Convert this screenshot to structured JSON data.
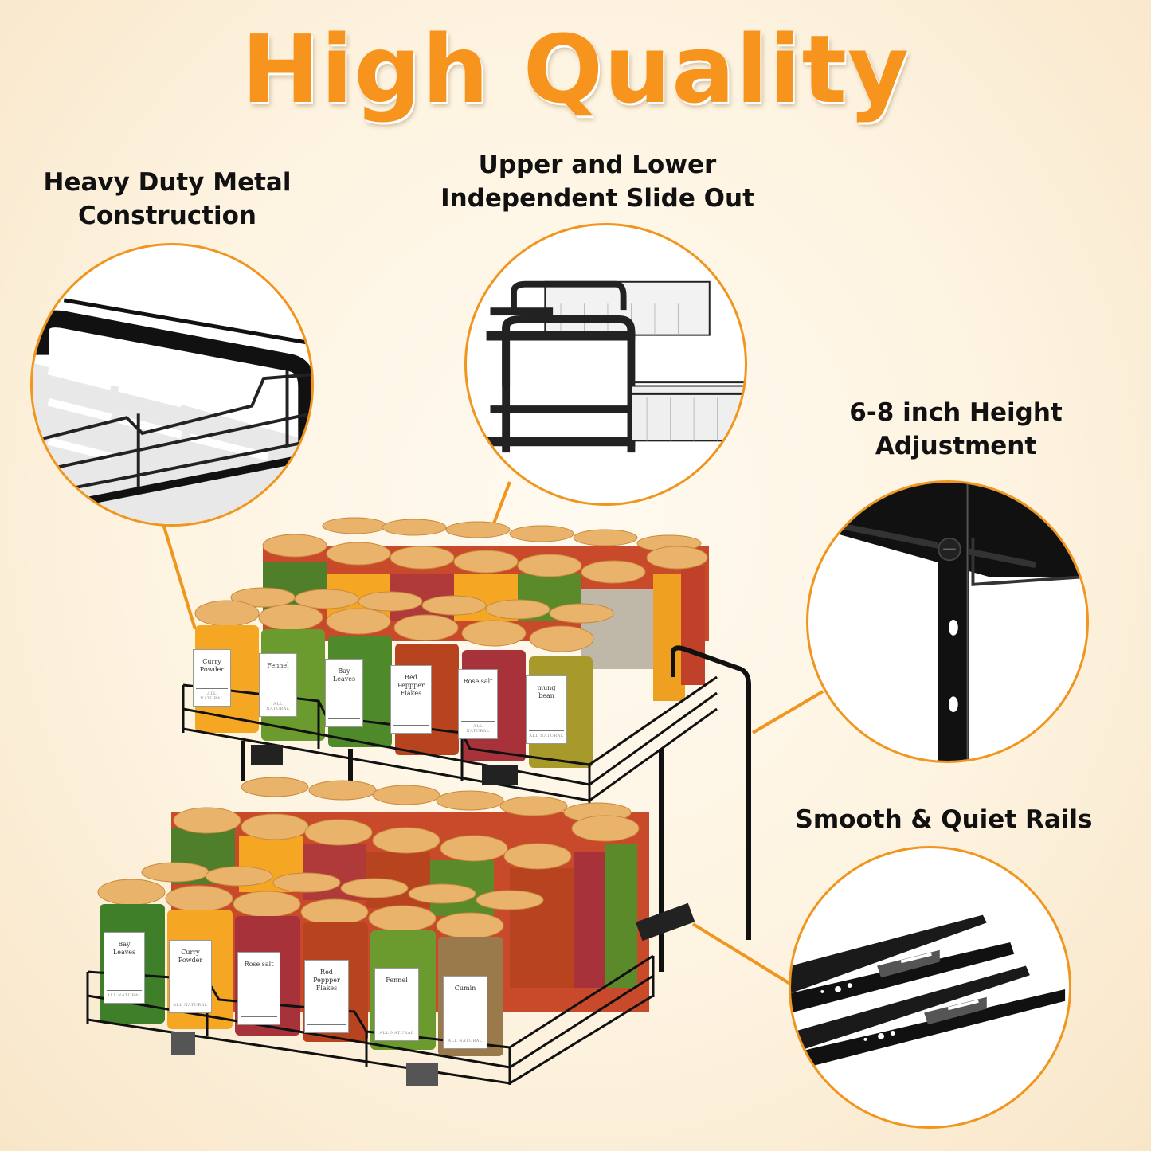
{
  "header": {
    "title": "High Quality",
    "title_color": "#f7941d"
  },
  "features": [
    {
      "id": "metal",
      "caption_line1": "Heavy Duty Metal",
      "caption_line2": "Construction",
      "icon": "wire-basket-detail-icon"
    },
    {
      "id": "slide",
      "caption_line1": "Upper and Lower",
      "caption_line2": "Independent Slide Out",
      "icon": "two-tier-slide-icon"
    },
    {
      "id": "height",
      "caption_line1": "6-8 inch Height",
      "caption_line2": "Adjustment",
      "icon": "height-post-icon"
    },
    {
      "id": "rails",
      "caption_line1": "Smooth & Quiet Rails",
      "caption_line2": "",
      "icon": "drawer-rail-icon"
    }
  ],
  "accent_color": "#f0951e",
  "product": {
    "upper_tier_labels": [
      {
        "name": "Curry Powder",
        "sub": "ALL NATURAL",
        "color": "#f5a623"
      },
      {
        "name": "Fennel",
        "sub": "ALL NATURAL",
        "color": "#6b9a2e"
      },
      {
        "name": "Bay Leaves",
        "sub": "",
        "color": "#4f8a2a"
      },
      {
        "name": "Red Peppper Flakes",
        "sub": "",
        "color": "#b8431f"
      },
      {
        "name": "Rose salt",
        "sub": "ALL NATURAL",
        "color": "#a8323a"
      },
      {
        "name": "mung bean",
        "sub": "ALL NATURAL",
        "color": "#a89a2a"
      }
    ],
    "lower_tier_labels": [
      {
        "name": "Bay Leaves",
        "sub": "ALL NATURAL",
        "color": "#3f7f2a"
      },
      {
        "name": "Curry Powder",
        "sub": "ALL NATURAL",
        "color": "#f5a623"
      },
      {
        "name": "Rose salt",
        "sub": "",
        "color": "#a8323a"
      },
      {
        "name": "Red Peppper Flakes",
        "sub": "",
        "color": "#b8431f"
      },
      {
        "name": "Fennel",
        "sub": "ALL NATURAL",
        "color": "#6b9a2e"
      },
      {
        "name": "Cumin",
        "sub": "ALL NATURAL",
        "color": "#9a7a4a"
      }
    ]
  }
}
